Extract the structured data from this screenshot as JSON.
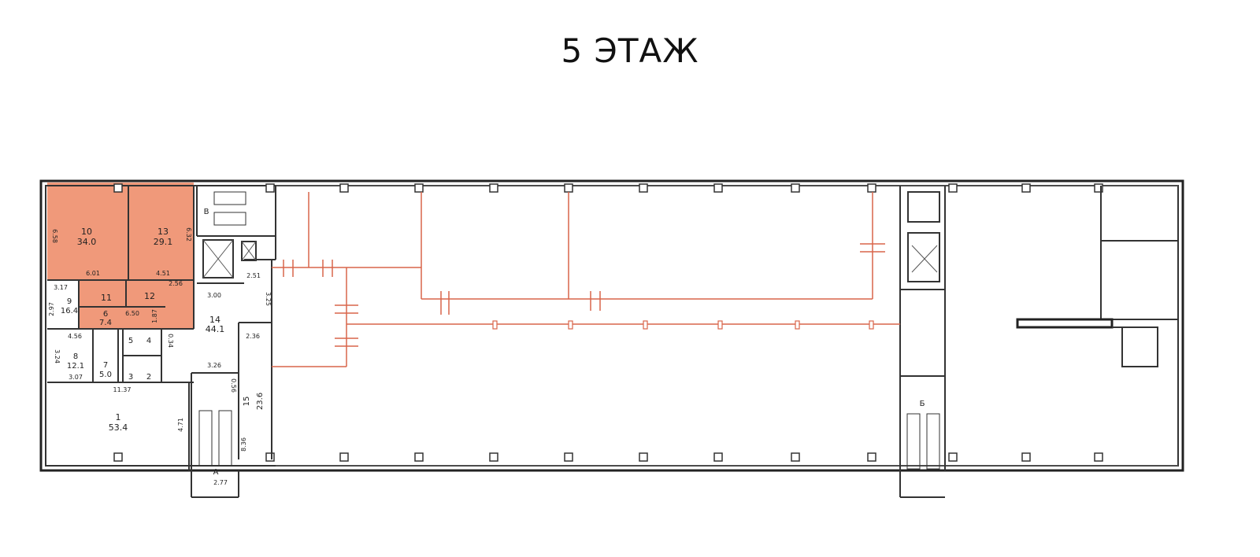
{
  "title": "5 ЭТАЖ",
  "colors": {
    "highlight": "#f0997a",
    "network": "#d9654a",
    "walls": "#333333"
  },
  "rooms": [
    {
      "number": "10",
      "area": "34.0"
    },
    {
      "number": "13",
      "area": "29.1"
    },
    {
      "number": "11",
      "area": ""
    },
    {
      "number": "12",
      "area": ""
    },
    {
      "number": "9",
      "area": "16.4"
    },
    {
      "number": "6",
      "area": "7.4"
    },
    {
      "number": "14",
      "area": "44.1"
    },
    {
      "number": "8",
      "area": "12.1"
    },
    {
      "number": "7",
      "area": "5.0"
    },
    {
      "number": "5",
      "area": ""
    },
    {
      "number": "4",
      "area": ""
    },
    {
      "number": "3",
      "area": ""
    },
    {
      "number": "2",
      "area": ""
    },
    {
      "number": "1",
      "area": "53.4"
    },
    {
      "number": "15",
      "area": "23.6"
    }
  ],
  "stairs": [
    "В",
    "А",
    "Б"
  ],
  "dimensions": [
    "6.58",
    "6.32",
    "6.01",
    "4.51",
    "2.56",
    "3.17",
    "2.97",
    "6.50",
    "1.87",
    "3.00",
    "2.51",
    "3.25",
    "2.36",
    "4.56",
    "3.24",
    "3.07",
    "0.34",
    "3.26",
    "11.37",
    "4.71",
    "0.56",
    "8.36",
    "2.77"
  ]
}
